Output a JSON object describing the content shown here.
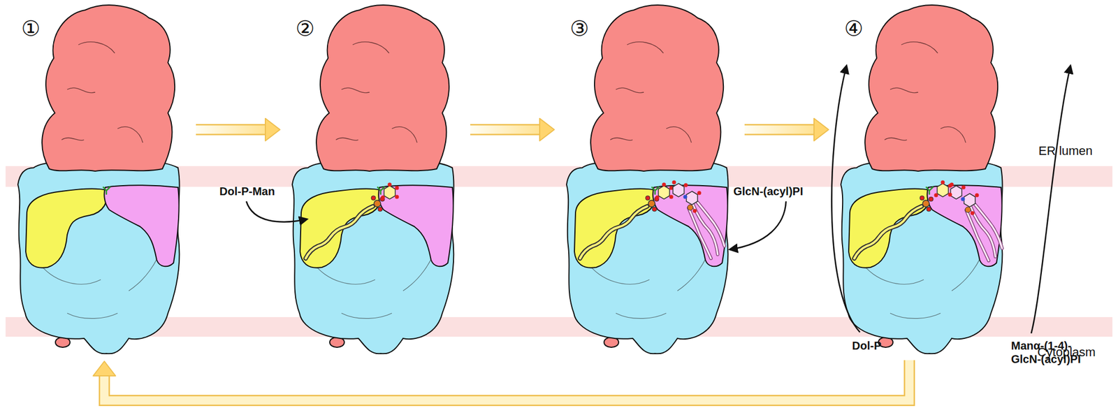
{
  "diagram": {
    "nodes": [
      {
        "text": [
          "①"
        ]
      },
      {
        "text": [
          "②"
        ]
      },
      {
        "text": [
          "③"
        ]
      },
      {
        "text": [
          "④"
        ]
      }
    ],
    "edges": [
      {
        "from": 0,
        "to": 1,
        "arrow": "to"
      },
      {
        "from": 1,
        "to": 2,
        "arrow": "to"
      },
      {
        "from": 2,
        "to": 3,
        "arrow": "to"
      },
      {
        "from": 3,
        "to": 0,
        "arrow": "to"
      }
    ],
    "labels": [
      "ER lumen",
      "Cytoplasm",
      "Dol-P-Man",
      "GlcN-(acyl)PI",
      "Dol-P",
      "Manα-(1-4)- GlcN-(acyl)PI"
    ]
  }
}
